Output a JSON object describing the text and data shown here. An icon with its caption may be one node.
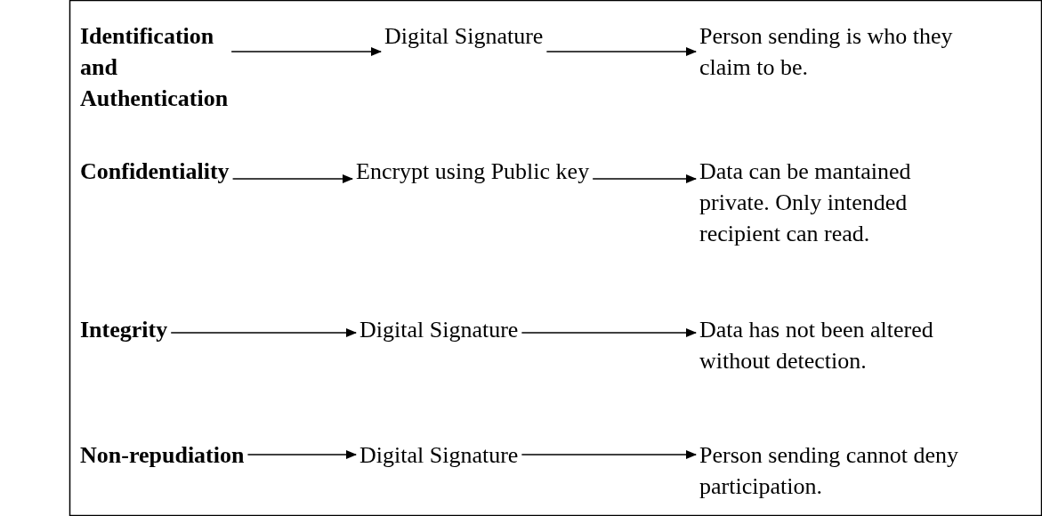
{
  "diagram": {
    "nodes": [
      {
        "text": [
          "Identification and Authentication"
        ]
      },
      {
        "text": [
          "Digital Signature"
        ]
      },
      {
        "text": [
          "Person sending is who they claim to be."
        ]
      },
      {
        "text": [
          "Confidentiality"
        ]
      },
      {
        "text": [
          "Encrypt using Public key"
        ]
      },
      {
        "text": [
          "Data can be mantained private. Only intended recipient can read."
        ]
      },
      {
        "text": [
          "Integrity"
        ]
      },
      {
        "text": [
          "Digital Signature"
        ]
      },
      {
        "text": [
          "Data has not been altered without detection."
        ]
      },
      {
        "text": [
          "Non-repudiation"
        ]
      },
      {
        "text": [
          "Digital Signature"
        ]
      },
      {
        "text": [
          "Person sending cannot deny participation."
        ]
      }
    ],
    "edges": [
      {
        "from": 0,
        "to": 1,
        "arrow": "to"
      },
      {
        "from": 1,
        "to": 2,
        "arrow": "to"
      },
      {
        "from": 3,
        "to": 4,
        "arrow": "to"
      },
      {
        "from": 4,
        "to": 5,
        "arrow": "to"
      },
      {
        "from": 6,
        "to": 7,
        "arrow": "to"
      },
      {
        "from": 7,
        "to": 8,
        "arrow": "to"
      },
      {
        "from": 9,
        "to": 10,
        "arrow": "to"
      },
      {
        "from": 10,
        "to": 11,
        "arrow": "to"
      }
    ]
  }
}
